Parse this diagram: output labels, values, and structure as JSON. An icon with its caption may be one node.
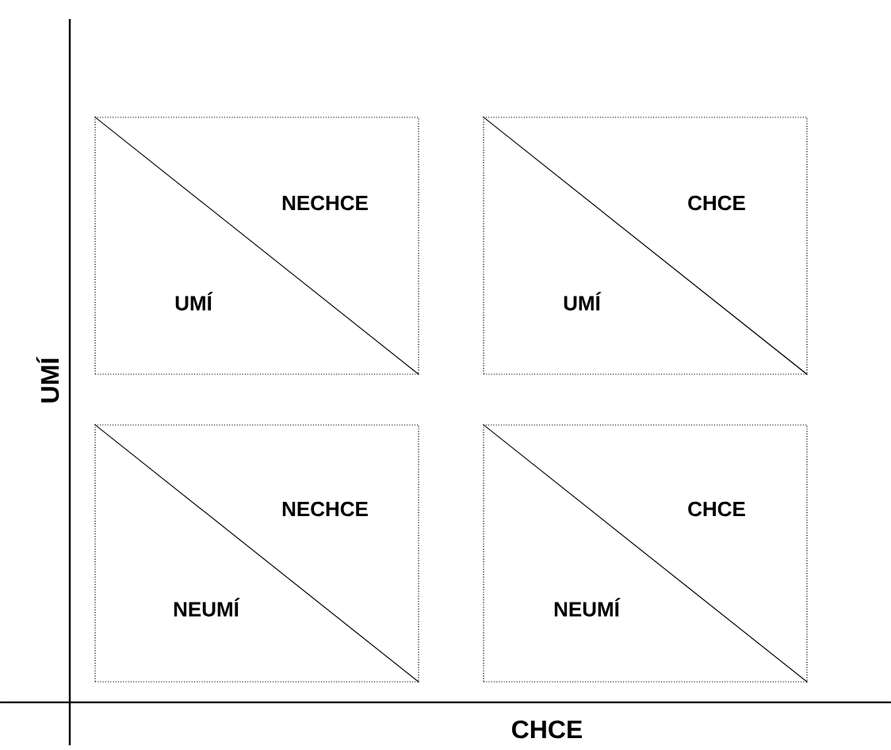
{
  "diagram": {
    "nodes": [
      {
        "text": [
          "NECHCE",
          "UMÍ"
        ]
      },
      {
        "text": [
          "CHCE",
          "UMÍ"
        ]
      },
      {
        "text": [
          "NECHCE",
          "NEUMÍ"
        ]
      },
      {
        "text": [
          "CHCE",
          "NEUMÍ"
        ]
      }
    ],
    "labels": [
      "UMÍ",
      "CHCE"
    ]
  }
}
